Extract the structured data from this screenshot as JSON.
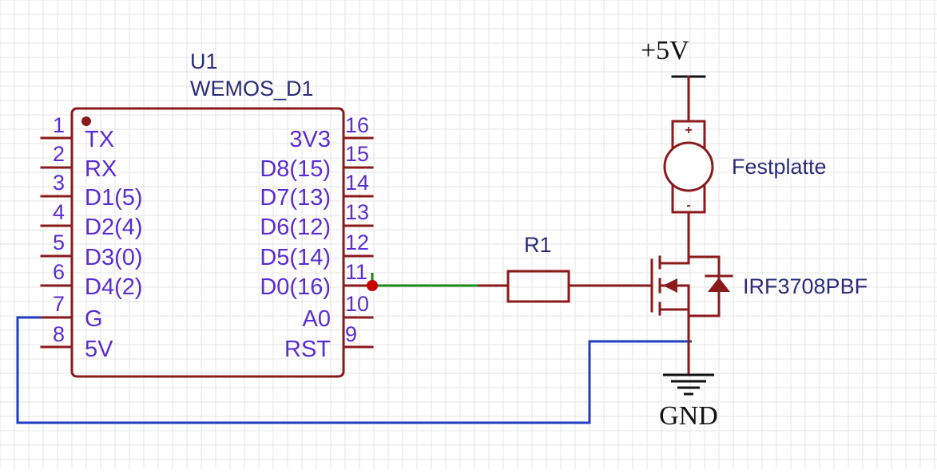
{
  "colors": {
    "grid": "#e6e6e6",
    "component": "#8b1a1a",
    "pin_text": "#5a2bd6",
    "ref_text": "#2b2b7a",
    "net_green": "#1a8a1a",
    "net_blue": "#1f3fbf",
    "junction": "#cc0000"
  },
  "u1": {
    "ref": "U1",
    "value": "WEMOS_D1",
    "left_pins": [
      {
        "num": "1",
        "label": "TX"
      },
      {
        "num": "2",
        "label": "RX"
      },
      {
        "num": "3",
        "label": "D1(5)"
      },
      {
        "num": "4",
        "label": "D2(4)"
      },
      {
        "num": "5",
        "label": "D3(0)"
      },
      {
        "num": "6",
        "label": "D4(2)"
      },
      {
        "num": "7",
        "label": "G"
      },
      {
        "num": "8",
        "label": "5V"
      }
    ],
    "right_pins": [
      {
        "num": "16",
        "label": "3V3"
      },
      {
        "num": "15",
        "label": "D8(15)"
      },
      {
        "num": "14",
        "label": "D7(13)"
      },
      {
        "num": "13",
        "label": "D6(12)"
      },
      {
        "num": "12",
        "label": "D5(14)"
      },
      {
        "num": "11",
        "label": "D0(16)"
      },
      {
        "num": "10",
        "label": "A0"
      },
      {
        "num": "9",
        "label": "RST"
      }
    ]
  },
  "r1": {
    "ref": "R1"
  },
  "motor": {
    "label": "Festplatte",
    "plus": "+",
    "minus": "-"
  },
  "mosfet": {
    "label": "IRF3708PBF"
  },
  "power": {
    "vcc": "+5V",
    "gnd": "GND"
  }
}
